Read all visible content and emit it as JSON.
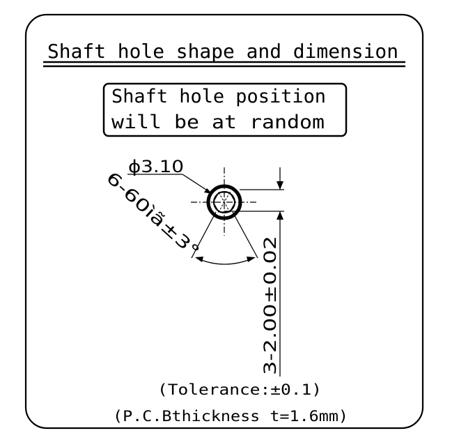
{
  "title": "Shaft hole shape and dimension",
  "note": {
    "line1": "Shaft hole position",
    "line2": "will be at random"
  },
  "dimensions": {
    "hole_diameter": "ϕ3.10",
    "spline_spec": "6-60ìã±3°",
    "hole_height": "3-2.00±0.02"
  },
  "footer": {
    "tolerance": "(Tolerance:±0.1)",
    "pcb_thickness": "(P.C.Bthickness  t=1.6mm)"
  }
}
